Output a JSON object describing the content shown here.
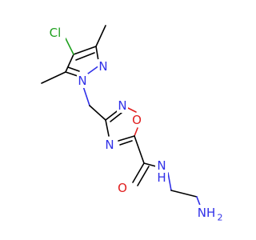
{
  "molecule": {
    "atoms": [
      {
        "id": "cl",
        "element": "Cl",
        "label": "Cl",
        "color": "#1fa01f"
      },
      {
        "id": "n_pyr1",
        "element": "N",
        "label": "N",
        "color": "#3030e8"
      },
      {
        "id": "n_pyr2",
        "element": "N",
        "label": "N",
        "color": "#3030e8"
      },
      {
        "id": "o_ring",
        "element": "O",
        "label": "O",
        "color": "#e01e1e"
      },
      {
        "id": "n_ox1",
        "element": "N",
        "label": "N",
        "color": "#3030e8"
      },
      {
        "id": "n_ox2",
        "element": "N",
        "label": "N",
        "color": "#3030e8"
      },
      {
        "id": "o_carbonyl",
        "element": "O",
        "label": "O",
        "color": "#e01e1e"
      },
      {
        "id": "nh_amide",
        "element": "N",
        "label": "N",
        "sub_label": "H",
        "color": "#3030e8"
      },
      {
        "id": "nh2",
        "element": "N",
        "label": "NH",
        "sub_label": "2",
        "color": "#3030e8"
      }
    ]
  }
}
